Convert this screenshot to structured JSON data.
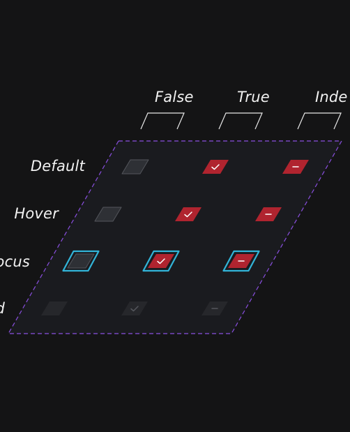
{
  "columns": [
    {
      "label": "False"
    },
    {
      "label": "True"
    },
    {
      "label": "Inde"
    }
  ],
  "rows": [
    {
      "label": "Default"
    },
    {
      "label": "Hover"
    },
    {
      "label": "ocus"
    },
    {
      "label": "d"
    }
  ],
  "cells": [
    [
      {
        "state": "unchecked",
        "variant": "default"
      },
      {
        "state": "checked",
        "variant": "default"
      },
      {
        "state": "indeterminate",
        "variant": "default"
      }
    ],
    [
      {
        "state": "unchecked",
        "variant": "hover"
      },
      {
        "state": "checked",
        "variant": "hover"
      },
      {
        "state": "indeterminate",
        "variant": "hover"
      }
    ],
    [
      {
        "state": "unchecked",
        "variant": "focus"
      },
      {
        "state": "checked",
        "variant": "focus"
      },
      {
        "state": "indeterminate",
        "variant": "focus"
      }
    ],
    [
      {
        "state": "unchecked",
        "variant": "disabled"
      },
      {
        "state": "checked",
        "variant": "disabled"
      },
      {
        "state": "indeterminate",
        "variant": "disabled"
      }
    ]
  ],
  "colors": {
    "background": "#141415",
    "panel": "#1a1b1f",
    "panel_border": "#8a4fe0",
    "checked_fill": "#b0242f",
    "unchecked_fill": "#2e3035",
    "unchecked_border": "#54565c",
    "focus_ring": "#32b4d8",
    "disabled_fill": "#26272b",
    "label_text": "#f2f2f2",
    "icons": {
      "check": "check-icon",
      "dash": "minus-icon"
    }
  }
}
